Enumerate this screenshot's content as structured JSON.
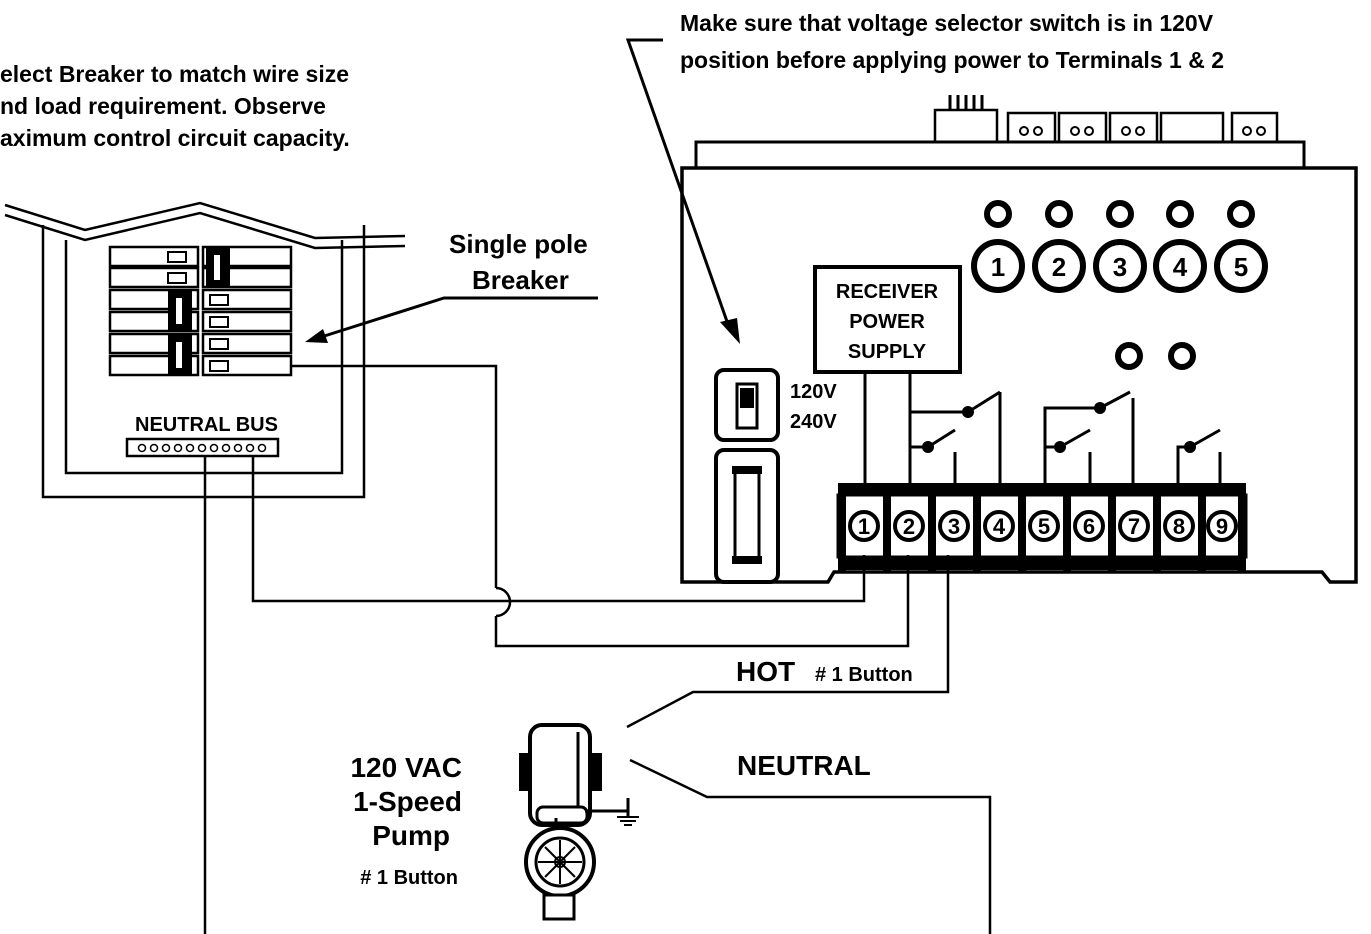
{
  "notes": {
    "breaker_line1": "elect Breaker to match wire size",
    "breaker_line2": "nd load requirement.  Observe",
    "breaker_line3": "aximum control circuit capacity.",
    "voltage_line1": "Make sure that voltage selector switch is in 120V",
    "voltage_line2": "position before applying power to Terminals 1 & 2"
  },
  "panel": {
    "breaker_label_line1": "Single pole",
    "breaker_label_line2": "Breaker",
    "neutral_bus": "NEUTRAL BUS"
  },
  "controller": {
    "psu_line1": "RECEIVER",
    "psu_line2": "POWER",
    "psu_line3": "SUPPLY",
    "selector_120": "120V",
    "selector_240": "240V",
    "buttons": [
      "1",
      "2",
      "3",
      "4",
      "5"
    ],
    "terminals": [
      "1",
      "2",
      "3",
      "4",
      "5",
      "6",
      "7",
      "8",
      "9"
    ]
  },
  "wiring": {
    "hot": "HOT",
    "hot_button": "# 1 Button",
    "neutral": "NEUTRAL"
  },
  "pump": {
    "line1": "120 VAC",
    "line2": "1-Speed",
    "line3": "Pump",
    "button": "# 1 Button"
  }
}
